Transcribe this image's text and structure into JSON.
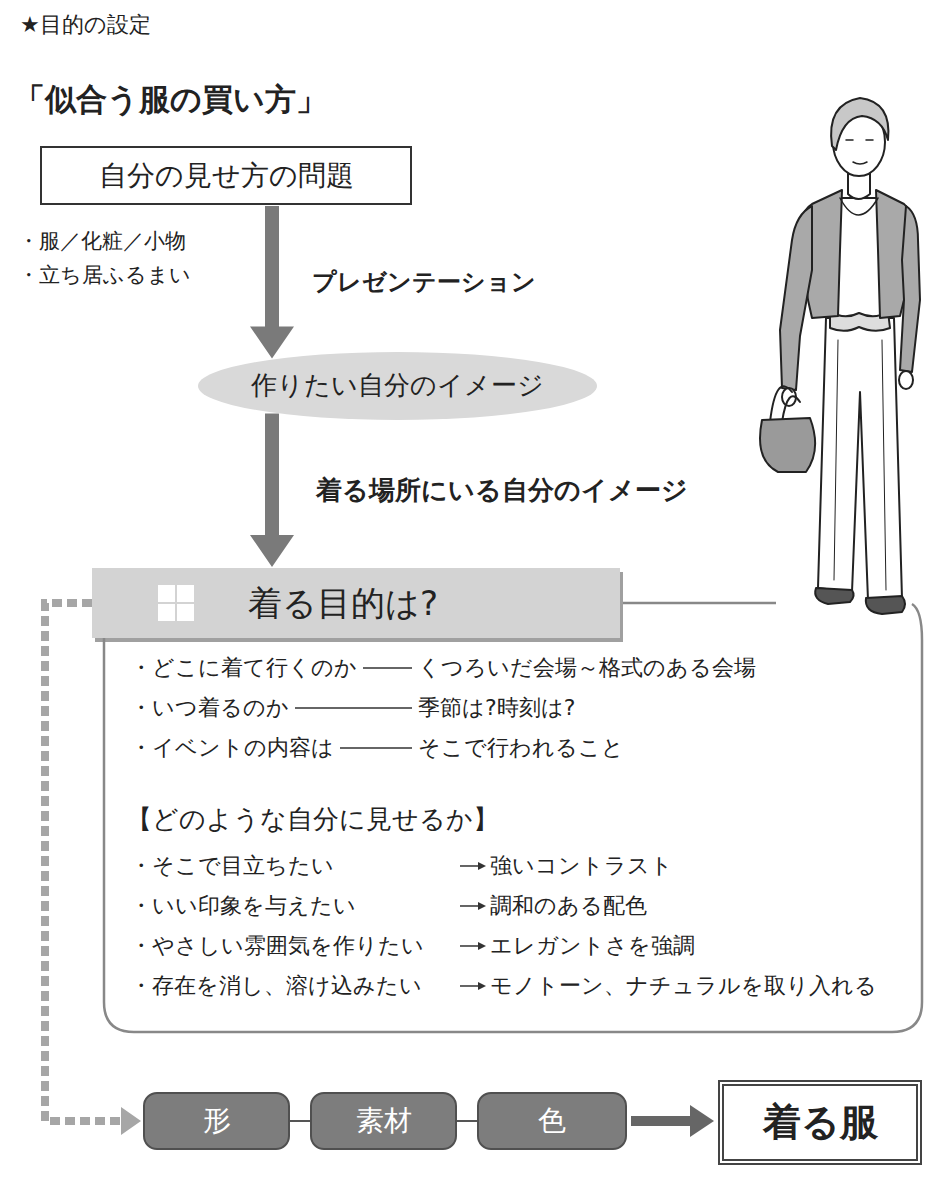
{
  "diagram": {
    "title": "「似合う服の買い方」",
    "nodes": [
      {
        "text": [
          "自分の見せ方の問題"
        ]
      },
      {
        "text": [
          "作りたい自分のイメージ"
        ]
      },
      {
        "text": [
          "着る目的は?"
        ]
      },
      {
        "text": [
          "・どこに着て行くのか",
          "くつろいだ会場～格式のある会場",
          "・いつ着るのか",
          "季節は?時刻は?",
          "・イベントの内容は",
          "そこで行われること",
          "【どのような自分に見せるか】",
          "・そこで目立ちたい",
          "強いコントラスト",
          "・いい印象を与えたい",
          "調和のある配色",
          "・やさしい雰囲気を作りたい",
          "エレガントさを強調",
          "・存在を消し、溶け込みたい",
          "モノトーン、ナチュラルを取り入れる"
        ]
      },
      {
        "text": [
          "形"
        ]
      },
      {
        "text": [
          "素材"
        ]
      },
      {
        "text": [
          "色"
        ]
      },
      {
        "text": [
          "着る服"
        ]
      }
    ],
    "edges": [
      {
        "from": 0,
        "to": 1,
        "arrow": "to",
        "label": "プレゼンテーション"
      },
      {
        "from": 1,
        "to": 2,
        "arrow": "to",
        "label": "着る場所にいる自分のイメージ"
      },
      {
        "from": 2,
        "to": 4,
        "arrow": "to"
      },
      {
        "from": 4,
        "to": 5,
        "arrow": "none"
      },
      {
        "from": 5,
        "to": 6,
        "arrow": "none"
      },
      {
        "from": 6,
        "to": 7,
        "arrow": "to"
      }
    ],
    "labels": [
      "★目的の設定",
      "・服／化粧／小物",
      "・立ち居ふるまい"
    ]
  }
}
